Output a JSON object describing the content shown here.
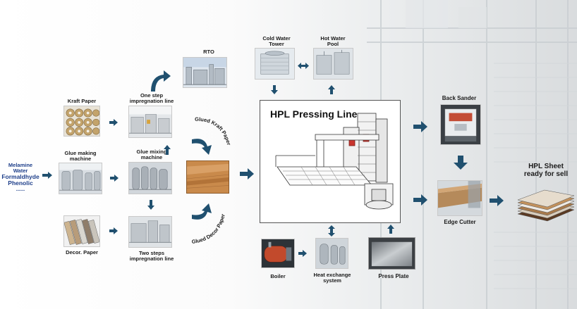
{
  "colors": {
    "arrow": "#20506f",
    "label": "#1b1b1b",
    "panel_border": "#555555"
  },
  "inputs": {
    "line1": "Melamine",
    "line2": "Water",
    "line3": "Formaldhyde",
    "line4": "Phenolic",
    "line5": "......"
  },
  "labels": {
    "kraft_paper": "Kraft Paper",
    "one_step_line1": "One step",
    "one_step_line2": "impregnation line",
    "rto": "RTO",
    "glue_making_line1": "Glue  making",
    "glue_making_line2": "machine",
    "glue_mixing_line1": "Glue  mixing",
    "glue_mixing_line2": "machine",
    "decor_paper": "Decor. Paper",
    "two_steps_line1": "Two steps",
    "two_steps_line2": "impregnation line",
    "glued_kraft_paper": "Glued Kraft Paper",
    "glued_decor_paper": "Glued Decor Paper",
    "cold_water_line1": "Cold Water",
    "cold_water_line2": "Tower",
    "hot_water_line1": "Hot Water",
    "hot_water_line2": "Pool",
    "press_line_title": "HPL Pressing Line",
    "boiler": "Boiler",
    "heat_exchange_line1": "Heat exchange",
    "heat_exchange_line2": "system",
    "press_plate": "Press Plate",
    "back_sander": "Back Sander",
    "edge_cutter": "Edge Cutter",
    "hpl_sheet_line1": "HPL Sheet",
    "hpl_sheet_line2": "ready for sell"
  },
  "icons": [
    "flow-arrow",
    "curved-arrow",
    "double-arrow"
  ]
}
